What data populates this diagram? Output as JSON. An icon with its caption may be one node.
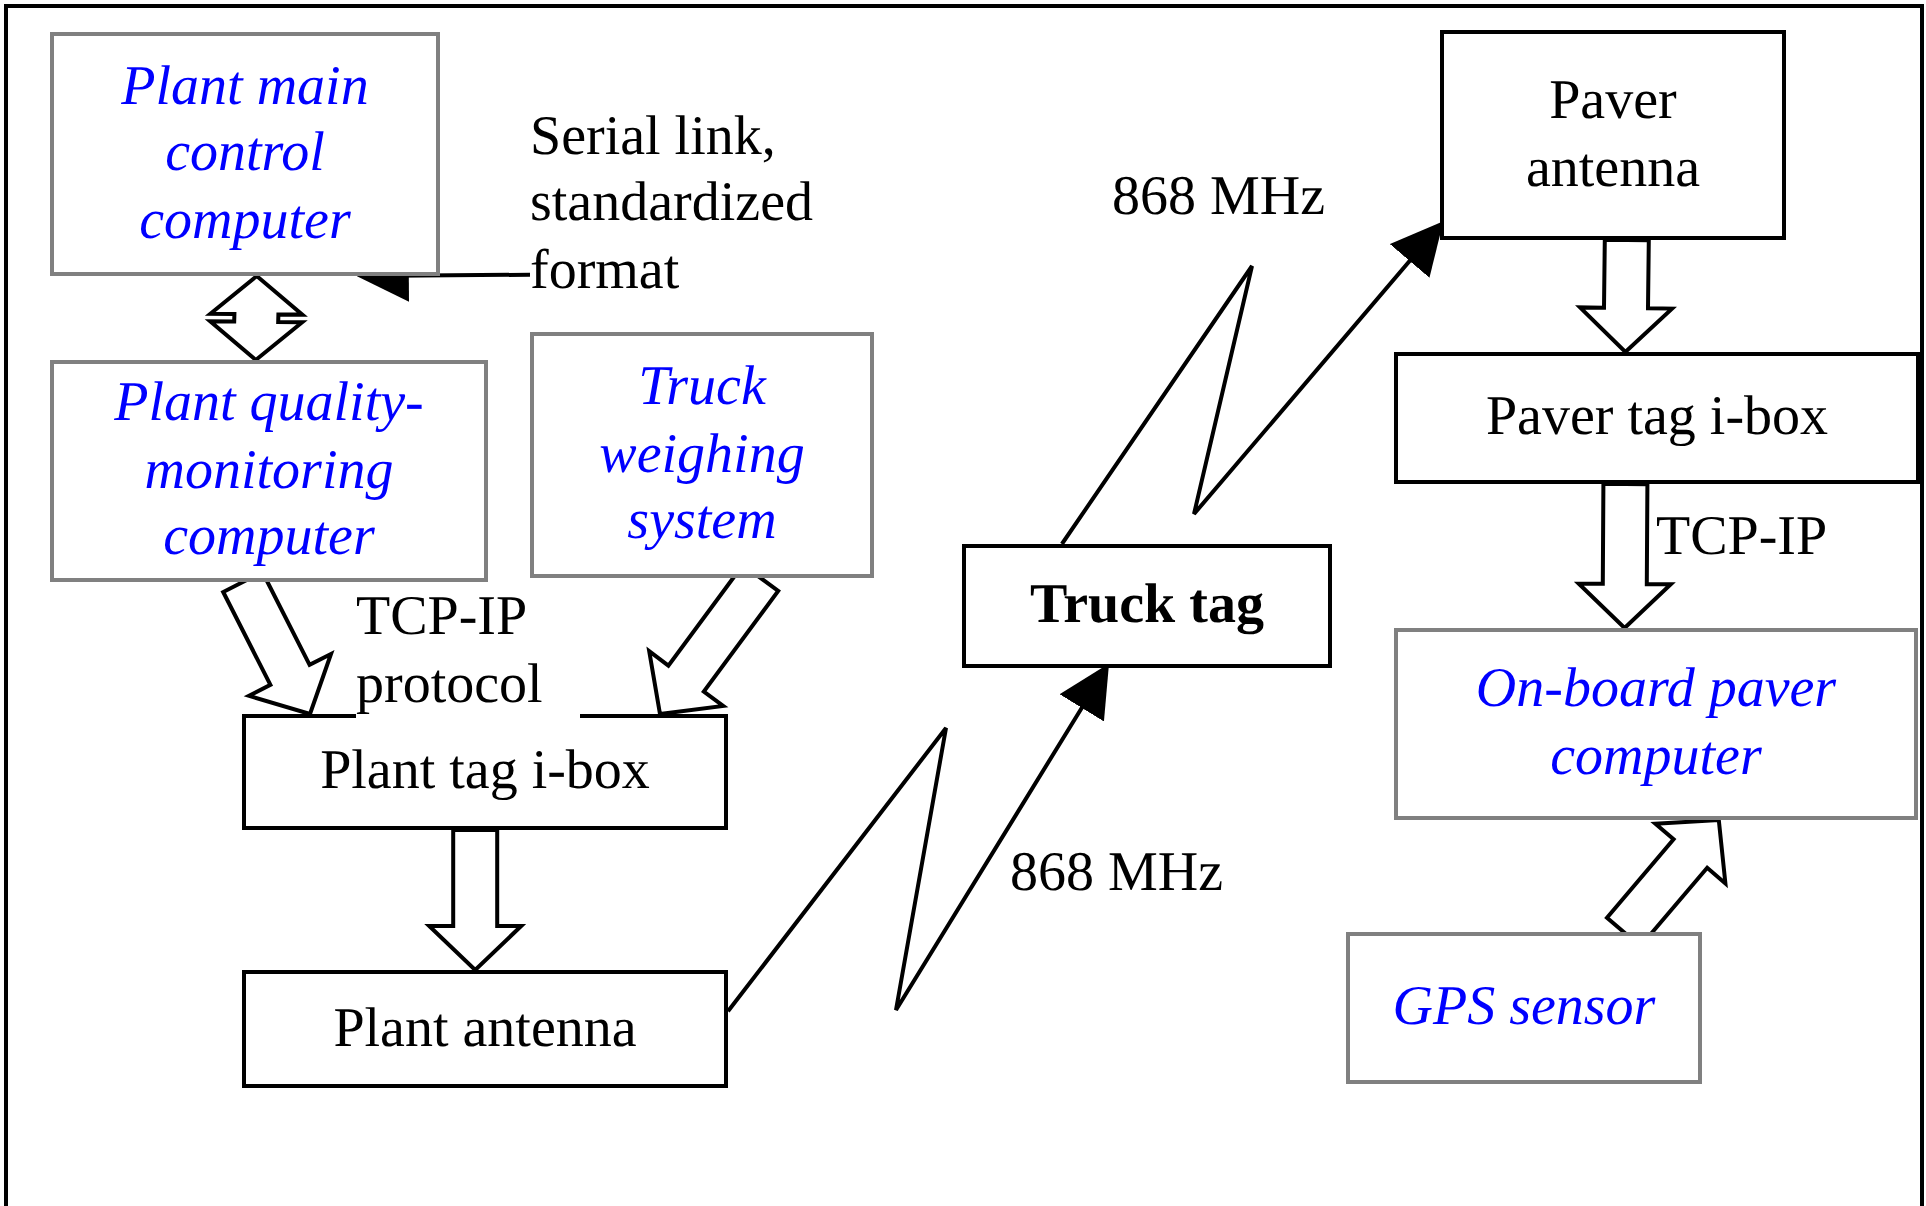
{
  "diagram": {
    "nodes": [
      {
        "text": [
          "Plant main control computer"
        ]
      },
      {
        "text": [
          "Plant quality-monitoring computer"
        ]
      },
      {
        "text": [
          "Truck weighing system"
        ]
      },
      {
        "text": [
          "Plant tag i-box"
        ]
      },
      {
        "text": [
          "Plant antenna"
        ]
      },
      {
        "text": [
          "Truck tag"
        ]
      },
      {
        "text": [
          "Paver antenna"
        ]
      },
      {
        "text": [
          "Paver tag i-box"
        ]
      },
      {
        "text": [
          "On-board paver computer"
        ]
      },
      {
        "text": [
          "GPS sensor"
        ]
      },
      {
        "text": [
          "Serial link, standardized format"
        ]
      }
    ],
    "edges": [
      {
        "from": 0,
        "to": 1,
        "arrow": "both"
      },
      {
        "from": 10,
        "to": 0,
        "arrow": "to"
      },
      {
        "from": 1,
        "to": 3,
        "arrow": "to",
        "label": "TCP-IP protocol"
      },
      {
        "from": 2,
        "to": 3,
        "arrow": "to"
      },
      {
        "from": 3,
        "to": 4,
        "arrow": "to"
      },
      {
        "from": 4,
        "to": 5,
        "arrow": "to",
        "label": "868 MHz"
      },
      {
        "from": 5,
        "to": 6,
        "arrow": "to",
        "label": "868 MHz"
      },
      {
        "from": 6,
        "to": 7,
        "arrow": "to"
      },
      {
        "from": 7,
        "to": 8,
        "arrow": "to",
        "label": "TCP-IP"
      },
      {
        "from": 9,
        "to": 8,
        "arrow": "to"
      }
    ]
  }
}
